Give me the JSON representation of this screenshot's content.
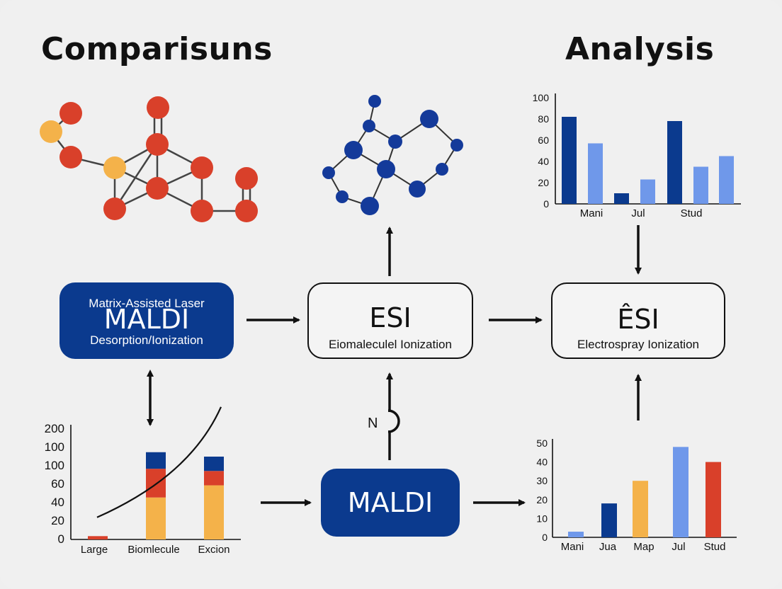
{
  "headings": {
    "left": "Comparisuns",
    "right": "Analysis"
  },
  "boxes": {
    "maldi_top": {
      "line1": "Matrix-Assisted Laser",
      "title": "MALDI",
      "line2": "Desorption/Ionization"
    },
    "esi_mid": {
      "title": "ESI",
      "subtitle": "Eiomaleculel Ionization"
    },
    "esi_right": {
      "title": "ÊSI",
      "subtitle": "Electrospray Ionization"
    },
    "maldi_bottom": {
      "title": "MALDI"
    }
  },
  "connector_label": "N",
  "colors": {
    "dark_blue": "#0b3a8e",
    "light_blue": "#6f98ea",
    "red": "#d9402a",
    "orange": "#f4b24a",
    "atom_red": "#d9402a",
    "atom_yellow": "#f4b24a",
    "atom_blue": "#143a9a"
  },
  "chart_data": [
    {
      "type": "bar",
      "ylim": [
        0,
        100
      ],
      "yticks": [
        "100",
        "80",
        "60",
        "40",
        "20",
        "0"
      ],
      "categories": [
        "Mani",
        "Jul",
        "Stud"
      ],
      "bars": [
        {
          "value": 82,
          "color": "#0b3a8e"
        },
        {
          "value": 57,
          "color": "#6f98ea"
        },
        {
          "value": 10,
          "color": "#0b3a8e"
        },
        {
          "value": 23,
          "color": "#6f98ea"
        },
        {
          "value": 78,
          "color": "#0b3a8e"
        },
        {
          "value": 35,
          "color": "#6f98ea"
        },
        {
          "value": 45,
          "color": "#6f98ea"
        }
      ]
    },
    {
      "type": "bar",
      "ylim": [
        0,
        50
      ],
      "yticks": [
        "50",
        "40",
        "30",
        "20",
        "10",
        "0"
      ],
      "categories": [
        "Mani",
        "Jua",
        "Map",
        "Jul",
        "Stud"
      ],
      "bars": [
        {
          "value": 3,
          "color": "#6f98ea"
        },
        {
          "value": 18,
          "color": "#0b3a8e"
        },
        {
          "value": 30,
          "color": "#f4b24a"
        },
        {
          "value": 48,
          "color": "#6f98ea"
        },
        {
          "value": 40,
          "color": "#d9402a"
        }
      ]
    },
    {
      "type": "bar",
      "ylim": [
        0,
        100
      ],
      "yticks": [
        "200",
        "100",
        "100",
        "60",
        "40",
        "20",
        "0"
      ],
      "categories": [
        "Large",
        "Biomlecule",
        "Excion"
      ],
      "stacks": [
        [
          {
            "value": 3,
            "color": "#d9402a"
          }
        ],
        [
          {
            "value": 38,
            "color": "#f4b24a"
          },
          {
            "value": 26,
            "color": "#d9402a"
          },
          {
            "value": 15,
            "color": "#0b3a8e"
          }
        ],
        [
          {
            "value": 49,
            "color": "#f4b24a"
          },
          {
            "value": 13,
            "color": "#d9402a"
          },
          {
            "value": 13,
            "color": "#0b3a8e"
          }
        ]
      ],
      "curve": [
        [
          0,
          20
        ],
        [
          1,
          40
        ],
        [
          2,
          70
        ],
        [
          2.5,
          120
        ]
      ]
    }
  ]
}
